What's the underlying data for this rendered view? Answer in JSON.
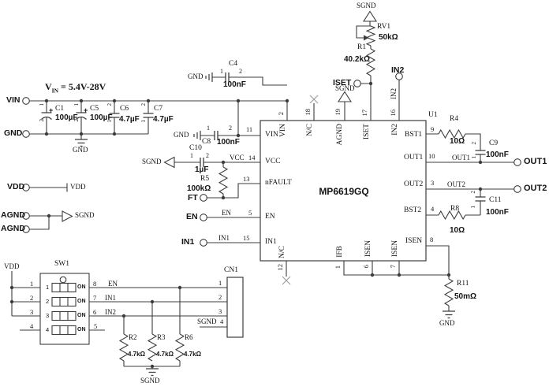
{
  "colors": {
    "background": "#ffffff",
    "line": "#3c3c3c",
    "text": "#141414"
  },
  "input_stage": {
    "note": {
      "sym": "V",
      "sub": "IN",
      "value": " = 5.4V-28V"
    },
    "vin_terminal": "VIN",
    "gnd_terminal": "GND",
    "c1": {
      "plus": "+",
      "ref": "C1",
      "value": "100µF",
      "pin_top": "1",
      "pin_bottom": "2"
    },
    "c5": {
      "plus": "+",
      "ref": "C5",
      "value": "100µF",
      "pin_top": "1",
      "pin_bottom": "2"
    },
    "c6": {
      "ref": "C6",
      "value": "4.7µF",
      "pin_top": "2",
      "pin_bottom": "1"
    },
    "c7": {
      "ref": "C7",
      "value": "4.7µF",
      "pin_top": "2",
      "pin_bottom": "1"
    },
    "gnd_symbol": "GND"
  },
  "vcc_stage": {
    "c4": {
      "gnd_flag": "GND",
      "pin1": "1",
      "pin2": "2",
      "ref": "C4",
      "value": "100nF"
    },
    "c8": {
      "gnd_flag": "GND",
      "pin1": "1",
      "pin2": "2",
      "ref": "C8",
      "value": "100nF"
    },
    "c10": {
      "sgnd_flag": "SGND",
      "pin1": "1",
      "pin2": "2",
      "ref": "C10",
      "value": "1µF"
    },
    "vcc_net": "VCC",
    "r5": {
      "ref": "R5",
      "value": "100kΩ"
    },
    "ft_terminal": "FT",
    "en_terminal": "EN",
    "en_net": "EN",
    "in1_terminal": "IN1",
    "in1_net": "IN1"
  },
  "rail_flags": {
    "vdd_terminal": "VDD",
    "vdd_net": "VDD",
    "agnd_terminal_1": "AGND",
    "agnd_terminal_2": "AGND",
    "sgnd_net": "SGND"
  },
  "iset_stage": {
    "sgnd_flag_top": "SGND",
    "rv1": {
      "ref": "RV1",
      "value": "50kΩ"
    },
    "r1": {
      "ref": "R1",
      "value": "40.2kΩ"
    },
    "iset_terminal": "ISET",
    "agnd_sgnd_flag": "SGND",
    "in2_terminal": "IN2",
    "in2_net": "IN2"
  },
  "ic": {
    "ref": "U1",
    "part": "MP6619GQ",
    "left_pins": [
      {
        "num": "11",
        "name": "VIN"
      },
      {
        "num": "14",
        "name": "VCC"
      },
      {
        "num": "13",
        "name": "nFAULT"
      },
      {
        "num": "5",
        "name": "EN"
      },
      {
        "num": "15",
        "name": "IN1"
      }
    ],
    "top_pins": [
      {
        "num": "2",
        "name": "VIN"
      },
      {
        "num": "18",
        "name": "N/C"
      },
      {
        "num": "19",
        "name": "AGND"
      },
      {
        "num": "17",
        "name": "ISET"
      },
      {
        "num": "16",
        "name": "IN2"
      }
    ],
    "right_pins": [
      {
        "num": "9",
        "name": "BST1"
      },
      {
        "num": "10",
        "name": "OUT1"
      },
      {
        "num": "3",
        "name": "OUT2"
      },
      {
        "num": "4",
        "name": "BST2"
      },
      {
        "num": "8",
        "name": "ISEN"
      }
    ],
    "bottom_pins": [
      {
        "num": "12",
        "name": "N/C"
      },
      {
        "num": "1",
        "name": "IFB"
      },
      {
        "num": "6",
        "name": "ISEN"
      },
      {
        "num": "7",
        "name": "ISEN"
      }
    ]
  },
  "output_stage": {
    "r4": {
      "ref": "R4",
      "value": "10Ω"
    },
    "c9": {
      "ref": "C9",
      "value": "100nF",
      "pin_top": "2",
      "pin_bottom": "1"
    },
    "out1_net": "OUT1",
    "out1_terminal": "OUT1",
    "out2_net": "OUT2",
    "out2_terminal": "OUT2",
    "c11": {
      "ref": "C11",
      "value": "100nF",
      "pin_top": "2",
      "pin_bottom": "1"
    },
    "r8": {
      "ref": "R8",
      "value": "10Ω"
    }
  },
  "sense_stage": {
    "r11": {
      "ref": "R11",
      "value": "50mΩ"
    },
    "gnd_symbol": "GND"
  },
  "dip_switch": {
    "vdd_net": "VDD",
    "ref": "SW1",
    "rows": [
      {
        "pin_left": "1",
        "pos": "1",
        "on": "ON",
        "pin_right": "8",
        "net": "EN"
      },
      {
        "pin_left": "2",
        "pos": "2",
        "on": "ON",
        "pin_right": "7",
        "net": "IN1"
      },
      {
        "pin_left": "3",
        "pos": "3",
        "on": "ON",
        "pin_right": "6",
        "net": "IN2"
      },
      {
        "pin_left": "4",
        "pos": "4",
        "on": "ON",
        "pin_right": "5"
      }
    ]
  },
  "pulldowns": {
    "r2": {
      "ref": "R2",
      "value": "4.7kΩ"
    },
    "r3": {
      "ref": "R3",
      "value": "4.7kΩ"
    },
    "r6": {
      "ref": "R6",
      "value": "4.7kΩ"
    },
    "sgnd_symbol": "SGND"
  },
  "connector": {
    "ref": "CN1",
    "pin1": "1",
    "pin2": "2",
    "pin3": "3",
    "pin4": "4",
    "pin4_net": "SGND"
  }
}
